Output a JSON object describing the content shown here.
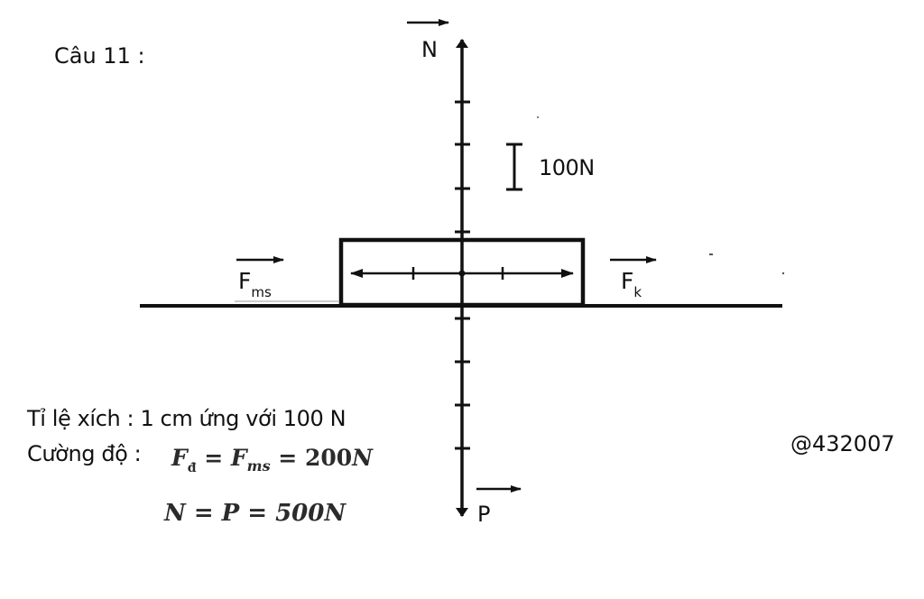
{
  "question_label": "Câu 11 :",
  "scale_bar_label": "100N",
  "force_labels": {
    "normal": "N",
    "weight": "P",
    "friction_main": "F",
    "friction_sub": "ms",
    "pull_main": "F",
    "pull_sub": "k"
  },
  "scale_text": "Tỉ lệ xích : 1 cm ứng với 100 N",
  "magnitude_heading": "Cường độ :",
  "equation_1": {
    "lhs_main": "F",
    "lhs_sub": "đ",
    "eq1": " = ",
    "mid_main": "F",
    "mid_sub": "ms",
    "eq2": " = 200",
    "unit": "N"
  },
  "equation_2": {
    "text": "N = P = 500",
    "unit": "N"
  },
  "watermark": "@432007",
  "colors": {
    "ink": "#111111",
    "math": "#2b2b2b",
    "background": "#ffffff"
  }
}
